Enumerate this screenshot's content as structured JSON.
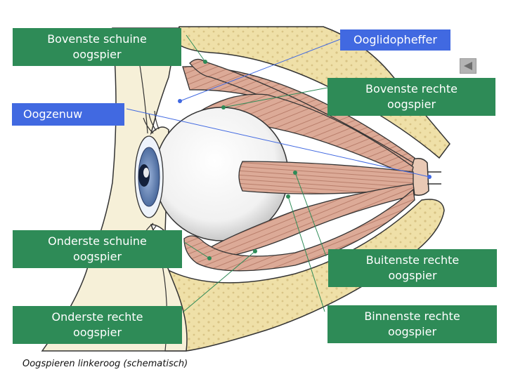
{
  "labels": {
    "bovenste_schuine": "Bovenste schuine\noogspier",
    "ooglidopheffer": "Ooglidopheffer",
    "bovenste_rechte": "Bovenste rechte\noogspier",
    "oogzenuw": "Oogzenuw",
    "onderste_schuine": "Onderste schuine\noogspier",
    "buitenste_rechte": "Buitenste rechte\noogspier",
    "onderste_rechte": "Onderste rechte\noogspier",
    "binnenste_rechte": "Binnenste rechte\noogspier"
  },
  "caption": "Oogspieren linkeroog (schematisch)",
  "colors": {
    "label_green": "#2e8b57",
    "label_blue": "#4169e1",
    "bone": "#f3e6b4",
    "muscle": "#dba895",
    "iris": "#5b7fb5"
  },
  "back_button": {
    "icon": "triangle-left-icon"
  }
}
